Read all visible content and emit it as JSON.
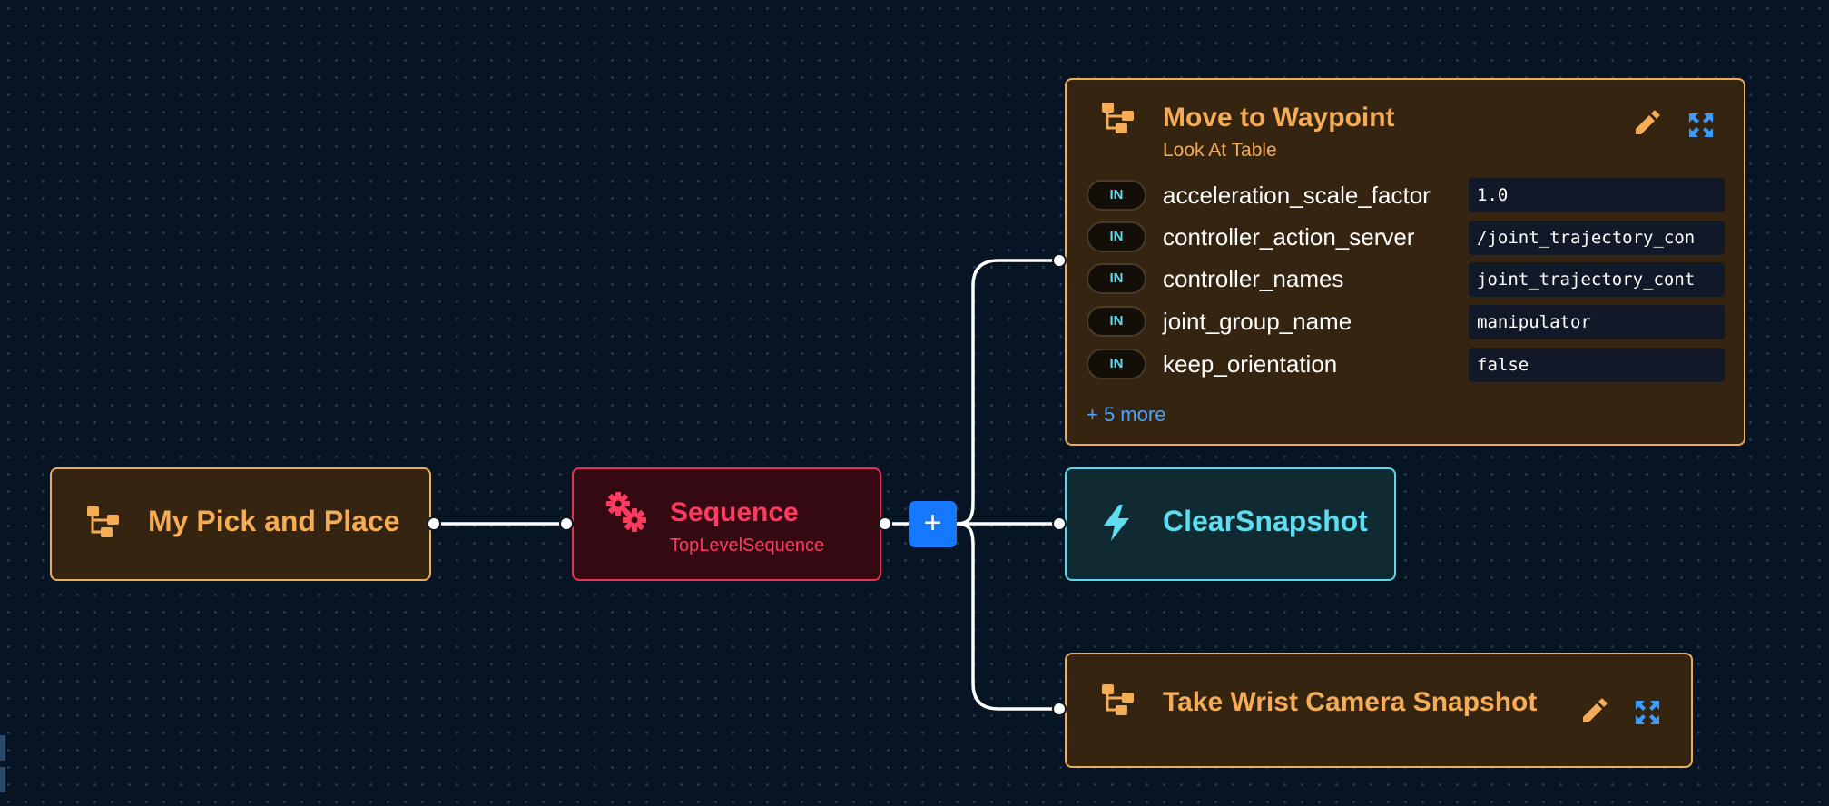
{
  "nodes": {
    "root": {
      "title": "My Pick and Place",
      "icon": "tree-icon"
    },
    "sequence": {
      "title": "Sequence",
      "subtitle": "TopLevelSequence",
      "icon": "gears-icon"
    },
    "move_to_waypoint": {
      "title": "Move to Waypoint",
      "subtitle": "Look At Table",
      "icon": "tree-icon",
      "ports": [
        {
          "direction": "IN",
          "name": "acceleration_scale_factor",
          "value": "1.0"
        },
        {
          "direction": "IN",
          "name": "controller_action_server",
          "value": "/joint_trajectory_con"
        },
        {
          "direction": "IN",
          "name": "controller_names",
          "value": "joint_trajectory_cont"
        },
        {
          "direction": "IN",
          "name": "joint_group_name",
          "value": "manipulator"
        },
        {
          "direction": "IN",
          "name": "keep_orientation",
          "value": "false"
        }
      ],
      "more_label": "+ 5 more"
    },
    "clear_snapshot": {
      "title": "ClearSnapshot",
      "icon": "lightning-icon"
    },
    "take_wrist_camera_snapshot": {
      "title": "Take Wrist Camera Snapshot",
      "icon": "tree-icon"
    }
  },
  "controls": {
    "add_child_label": "+"
  },
  "colors": {
    "background": "#071423",
    "behavior_fill": "#35240f",
    "behavior_border": "#e9ad5b",
    "behavior_text": "#f4ac57",
    "sequence_fill": "#350912",
    "sequence_border": "#e63355",
    "sequence_text": "#ff3a60",
    "action_fill": "#0f2a31",
    "action_border": "#5cd7ec",
    "action_text": "#5fdcf0",
    "accent": "#1677ff"
  }
}
